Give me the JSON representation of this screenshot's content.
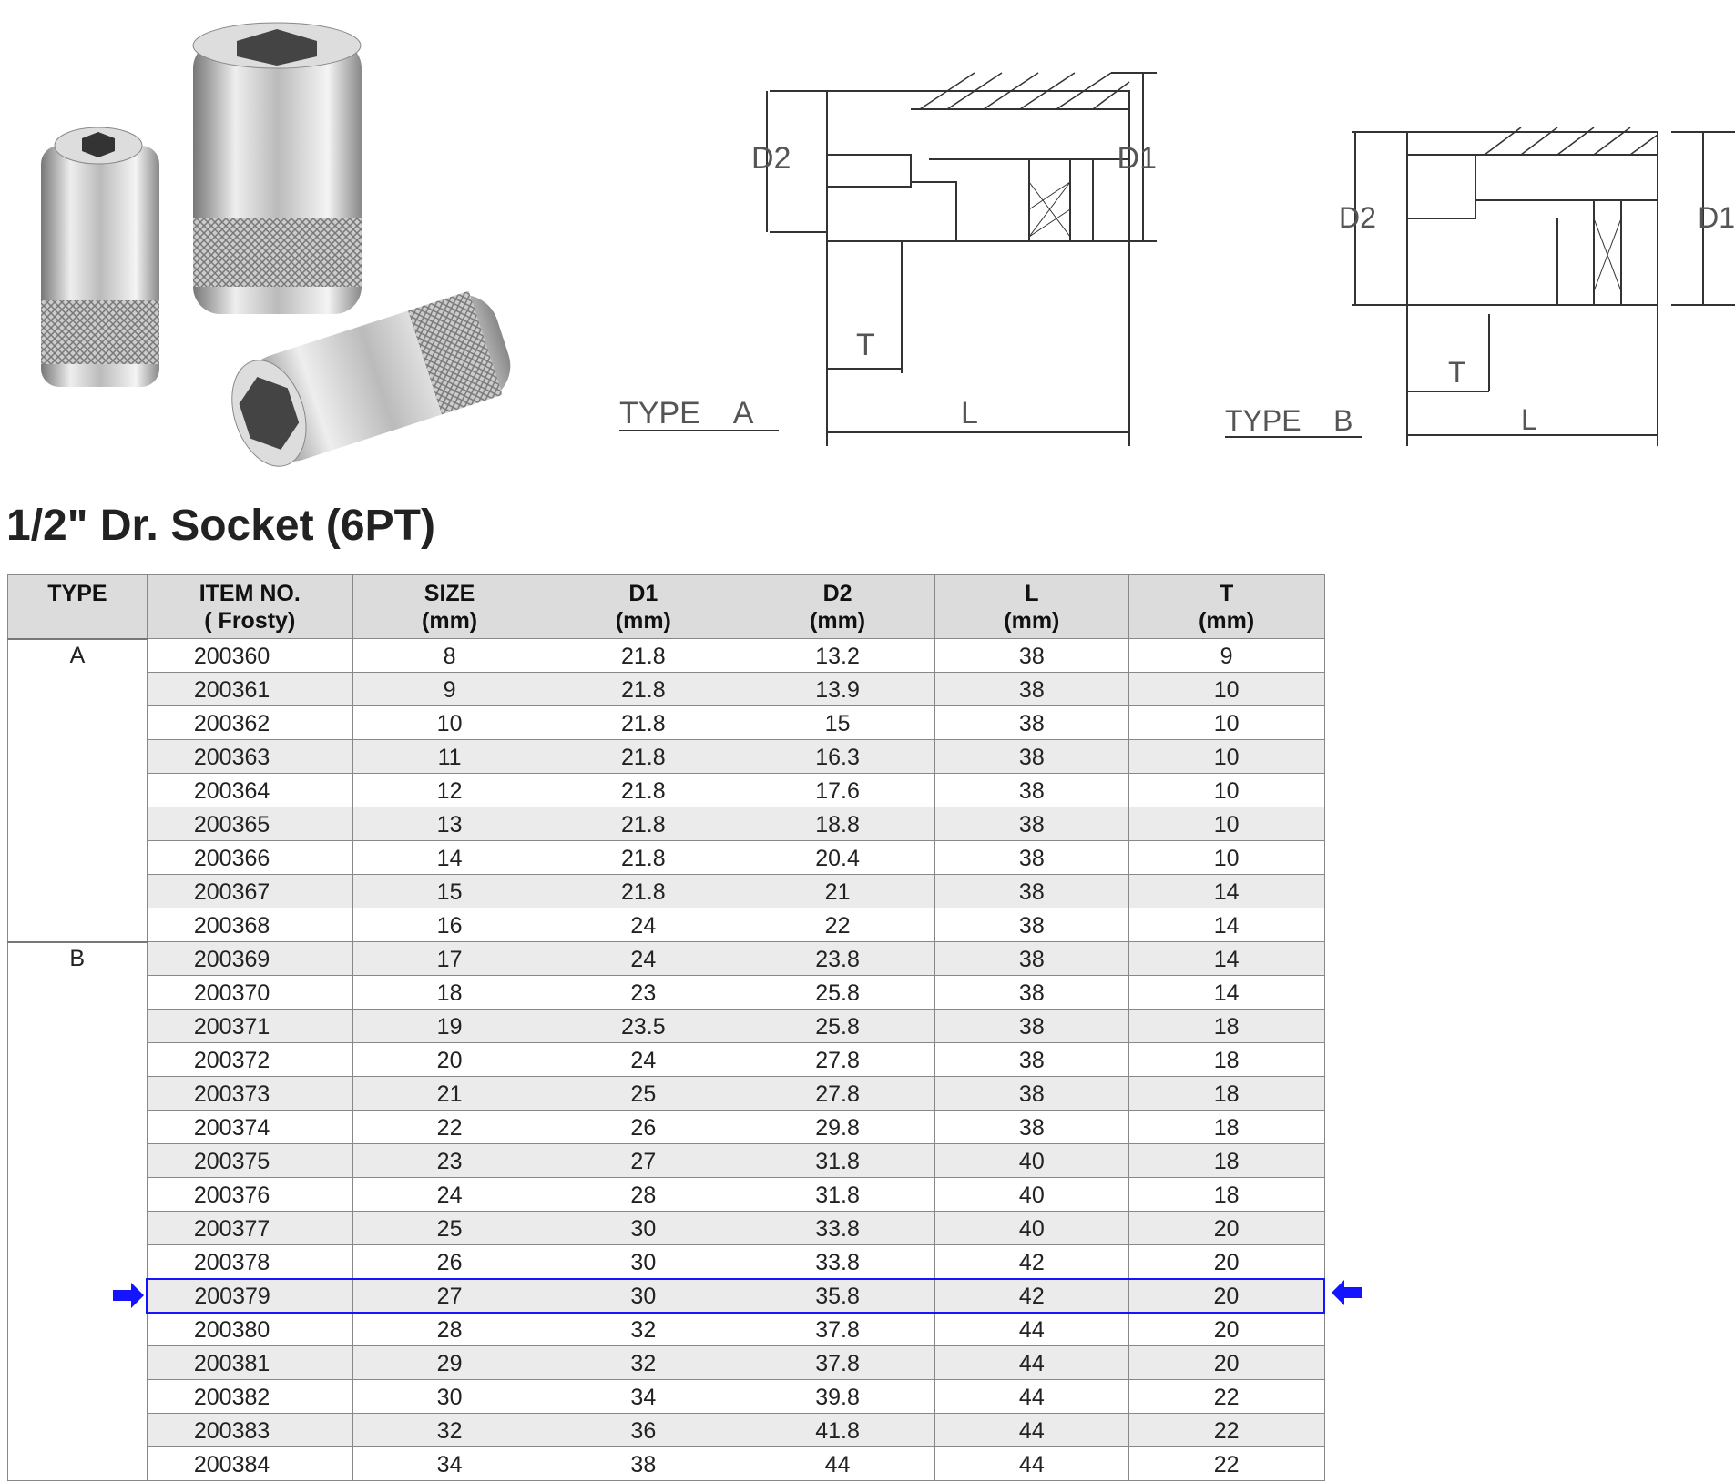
{
  "diagram": {
    "type_a_label": "TYPE    A",
    "type_b_label": "TYPE    B",
    "dims": [
      "D1",
      "D2",
      "L",
      "T"
    ]
  },
  "title": "1/2\" Dr. Socket (6PT)",
  "table": {
    "headers": [
      [
        "TYPE",
        ""
      ],
      [
        "ITEM NO.",
        "( Frosty)"
      ],
      [
        "SIZE",
        "(mm)"
      ],
      [
        "D1",
        "(mm)"
      ],
      [
        "D2",
        "(mm)"
      ],
      [
        "L",
        "(mm)"
      ],
      [
        "T",
        "(mm)"
      ]
    ],
    "groups": [
      {
        "type": "A",
        "rows": [
          [
            "200360",
            "8",
            "21.8",
            "13.2",
            "38",
            "9"
          ],
          [
            "200361",
            "9",
            "21.8",
            "13.9",
            "38",
            "10"
          ],
          [
            "200362",
            "10",
            "21.8",
            "15",
            "38",
            "10"
          ],
          [
            "200363",
            "11",
            "21.8",
            "16.3",
            "38",
            "10"
          ],
          [
            "200364",
            "12",
            "21.8",
            "17.6",
            "38",
            "10"
          ],
          [
            "200365",
            "13",
            "21.8",
            "18.8",
            "38",
            "10"
          ],
          [
            "200366",
            "14",
            "21.8",
            "20.4",
            "38",
            "10"
          ],
          [
            "200367",
            "15",
            "21.8",
            "21",
            "38",
            "14"
          ],
          [
            "200368",
            "16",
            "24",
            "22",
            "38",
            "14"
          ]
        ]
      },
      {
        "type": "B",
        "rows": [
          [
            "200369",
            "17",
            "24",
            "23.8",
            "38",
            "14"
          ],
          [
            "200370",
            "18",
            "23",
            "25.8",
            "38",
            "14"
          ],
          [
            "200371",
            "19",
            "23.5",
            "25.8",
            "38",
            "18"
          ],
          [
            "200372",
            "20",
            "24",
            "27.8",
            "38",
            "18"
          ],
          [
            "200373",
            "21",
            "25",
            "27.8",
            "38",
            "18"
          ],
          [
            "200374",
            "22",
            "26",
            "29.8",
            "38",
            "18"
          ],
          [
            "200375",
            "23",
            "27",
            "31.8",
            "40",
            "18"
          ],
          [
            "200376",
            "24",
            "28",
            "31.8",
            "40",
            "18"
          ],
          [
            "200377",
            "25",
            "30",
            "33.8",
            "40",
            "20"
          ],
          [
            "200378",
            "26",
            "30",
            "33.8",
            "42",
            "20"
          ],
          [
            "200379",
            "27",
            "30",
            "35.8",
            "42",
            "20"
          ],
          [
            "200380",
            "28",
            "32",
            "37.8",
            "44",
            "20"
          ],
          [
            "200381",
            "29",
            "32",
            "37.8",
            "44",
            "20"
          ],
          [
            "200382",
            "30",
            "34",
            "39.8",
            "44",
            "22"
          ],
          [
            "200383",
            "32",
            "36",
            "41.8",
            "44",
            "22"
          ],
          [
            "200384",
            "34",
            "38",
            "44",
            "44",
            "22"
          ]
        ]
      }
    ],
    "highlighted_item": "200379",
    "highlight_color": "#1414ff"
  }
}
